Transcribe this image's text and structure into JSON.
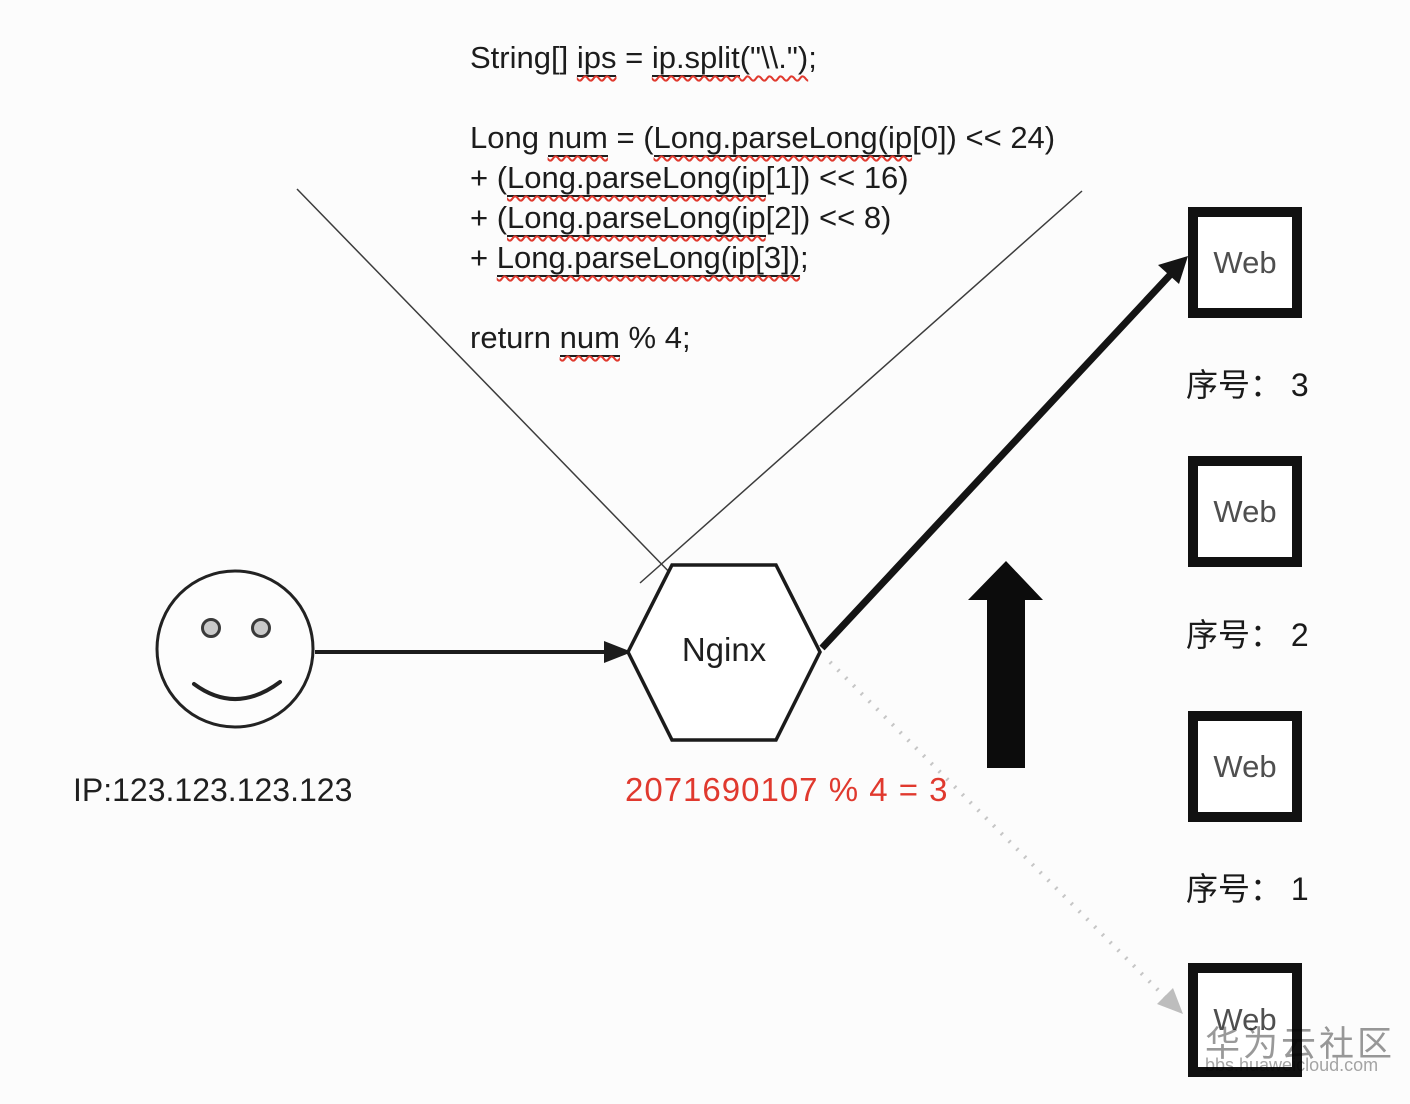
{
  "colors": {
    "accent_red": "#e0392e",
    "line_black": "#1c1c1c",
    "dotted_gray": "#c6c6c6",
    "watermark_gray": "#999999"
  },
  "icons": {
    "client": "smiley-face-icon",
    "load_balancer": "hexagon-shape",
    "flow": "up-arrow-icon"
  },
  "code": {
    "lines": [
      {
        "segments": [
          {
            "t": "String[] "
          },
          {
            "t": "ips",
            "u": true
          },
          {
            "t": " = "
          },
          {
            "t": "ip.split",
            "u": true
          },
          {
            "t": "(\"\\\\.\")",
            "w": true
          },
          {
            "t": ";"
          }
        ]
      },
      {
        "blank": true
      },
      {
        "segments": [
          {
            "t": "Long "
          },
          {
            "t": "num",
            "u": true
          },
          {
            "t": " = ("
          },
          {
            "t": "Long.parseLong(ip",
            "u": true
          },
          {
            "t": "[0]) << 24)"
          }
        ]
      },
      {
        "segments": [
          {
            "t": "+ ("
          },
          {
            "t": "Long.parseLong(ip",
            "u": true
          },
          {
            "t": "[1]) << 16)"
          }
        ]
      },
      {
        "segments": [
          {
            "t": "+ ("
          },
          {
            "t": "Long.parseLong(ip",
            "u": true
          },
          {
            "t": "[2]) << 8)"
          }
        ]
      },
      {
        "segments": [
          {
            "t": "+ "
          },
          {
            "t": "Long.parseLong(ip[3])",
            "u": true
          },
          {
            "t": ";"
          }
        ]
      },
      {
        "blank": true
      },
      {
        "segments": [
          {
            "t": "return "
          },
          {
            "t": "num",
            "u": true
          },
          {
            "t": " % 4;"
          }
        ]
      }
    ]
  },
  "client": {
    "ip_label": "IP:123.123.123.123"
  },
  "load_balancer": {
    "label": "Nginx"
  },
  "formula": {
    "text": "2071690107 % 4 = 3"
  },
  "servers": {
    "boxes": [
      {
        "label": "Web"
      },
      {
        "label": "Web"
      },
      {
        "label": "Web"
      },
      {
        "label": "Web"
      }
    ],
    "seq_labels": [
      "序号： 3",
      "序号： 2",
      "序号： 1"
    ]
  },
  "watermark": {
    "title": "华为云社区",
    "url": "bbs.huaweicloud.com"
  }
}
